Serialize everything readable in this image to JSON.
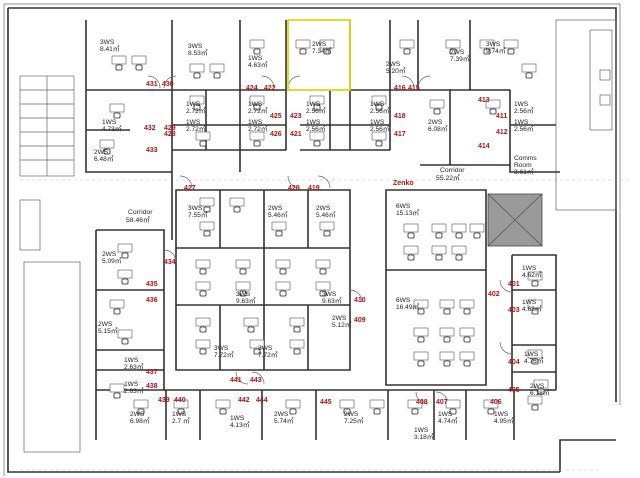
{
  "title": "",
  "colors": {
    "wall": "#333333",
    "door_number": "#b01515",
    "highlight": "#e6d21a",
    "shaft": "#9a9a9a"
  },
  "brand_label": "Zenko",
  "rooms": [
    {
      "id": "r1",
      "label": "3WS",
      "area": "8.41㎡"
    },
    {
      "id": "r2",
      "label": "3WS",
      "area": "8.53㎡"
    },
    {
      "id": "r3",
      "label": "1WS",
      "area": "4.63㎡"
    },
    {
      "id": "r4",
      "label": "2WS",
      "area": "7.34㎡"
    },
    {
      "id": "r5",
      "label": "2WS",
      "area": "5.20㎡"
    },
    {
      "id": "r6",
      "label": "2WS",
      "area": "7.39㎡"
    },
    {
      "id": "r7",
      "label": "3WS",
      "area": "9.74㎡"
    },
    {
      "id": "r8",
      "label": "1WS",
      "area": "4.73㎡"
    },
    {
      "id": "r9",
      "label": "1WS",
      "area": "2.72㎡"
    },
    {
      "id": "r10",
      "label": "1WS",
      "area": "2.72㎡"
    },
    {
      "id": "r11",
      "label": "1WS",
      "area": "2.72㎡"
    },
    {
      "id": "r12",
      "label": "1WS",
      "area": "2.72㎡"
    },
    {
      "id": "r13",
      "label": "1WS",
      "area": "2.56㎡"
    },
    {
      "id": "r14",
      "label": "1WS",
      "area": "2.56㎡"
    },
    {
      "id": "r15",
      "label": "1WS",
      "area": "2.56㎡"
    },
    {
      "id": "r16",
      "label": "1WS",
      "area": "2.56㎡"
    },
    {
      "id": "r17",
      "label": "2WS",
      "area": "6.08㎡"
    },
    {
      "id": "r18",
      "label": "1WS",
      "area": "2.56㎡"
    },
    {
      "id": "r19",
      "label": "1WS",
      "area": "2.56㎡"
    },
    {
      "id": "r20",
      "label": "2WS",
      "area": "6.48㎡"
    },
    {
      "id": "r21",
      "label": "3WS",
      "area": "7.55㎡"
    },
    {
      "id": "r22",
      "label": "2WS",
      "area": "5.46㎡"
    },
    {
      "id": "r23",
      "label": "2WS",
      "area": "5.46㎡"
    },
    {
      "id": "r24",
      "label": "6WS",
      "area": "15.13㎡"
    },
    {
      "id": "r25",
      "label": "2WS",
      "area": "5.09㎡"
    },
    {
      "id": "r26",
      "label": "3WS",
      "area": "9.63㎡"
    },
    {
      "id": "r27",
      "label": "3WS",
      "area": "9.63㎡"
    },
    {
      "id": "r28",
      "label": "6WS",
      "area": "16.49㎡"
    },
    {
      "id": "r29",
      "label": "1WS",
      "area": "4.62㎡"
    },
    {
      "id": "r30",
      "label": "1WS",
      "area": "4.62㎡"
    },
    {
      "id": "r31",
      "label": "2WS",
      "area": "5.15㎡"
    },
    {
      "id": "r32",
      "label": "2WS",
      "area": "5.12㎡"
    },
    {
      "id": "r33",
      "label": "3WS",
      "area": "7.72㎡"
    },
    {
      "id": "r34",
      "label": "3WS",
      "area": "7.72㎡"
    },
    {
      "id": "r35",
      "label": "1WS",
      "area": "2.63㎡"
    },
    {
      "id": "r36",
      "label": "1WS",
      "area": "2.63㎡"
    },
    {
      "id": "r37",
      "label": "1WS",
      "area": "4.76㎡"
    },
    {
      "id": "r38",
      "label": "2WS",
      "area": "6.18㎡"
    },
    {
      "id": "r39",
      "label": "2WS",
      "area": "6.98㎡"
    },
    {
      "id": "r40",
      "label": "1WS",
      "area": "2.7 ㎡"
    },
    {
      "id": "r41",
      "label": "1WS",
      "area": "4.13㎡"
    },
    {
      "id": "r42",
      "label": "2WS",
      "area": "5.74㎡"
    },
    {
      "id": "r43",
      "label": "2WS",
      "area": "7.25㎡"
    },
    {
      "id": "r44",
      "label": "1WS",
      "area": "3.18㎡"
    },
    {
      "id": "r45",
      "label": "1WS",
      "area": "4.74㎡"
    },
    {
      "id": "r46",
      "label": "1WS",
      "area": "4.95㎡"
    }
  ],
  "corridors": [
    {
      "id": "c1",
      "label": "Corridor",
      "area": "58.46㎡"
    },
    {
      "id": "c2",
      "label": "Corridor",
      "area": "55.22㎡"
    }
  ],
  "comms_room": {
    "label1": "Comms",
    "label2": "Room",
    "area": "3.61㎡"
  },
  "door_numbers": [
    "431",
    "430",
    "424",
    "422",
    "416",
    "415",
    "432",
    "429",
    "425",
    "423",
    "418",
    "413",
    "411",
    "428",
    "426",
    "421",
    "417",
    "412",
    "433",
    "414",
    "427",
    "420",
    "419",
    "434",
    "435",
    "436",
    "410",
    "409",
    "402",
    "401",
    "403",
    "437",
    "438",
    "441",
    "443",
    "404",
    "439",
    "440",
    "442",
    "444",
    "445",
    "408",
    "407",
    "406",
    "405"
  ]
}
